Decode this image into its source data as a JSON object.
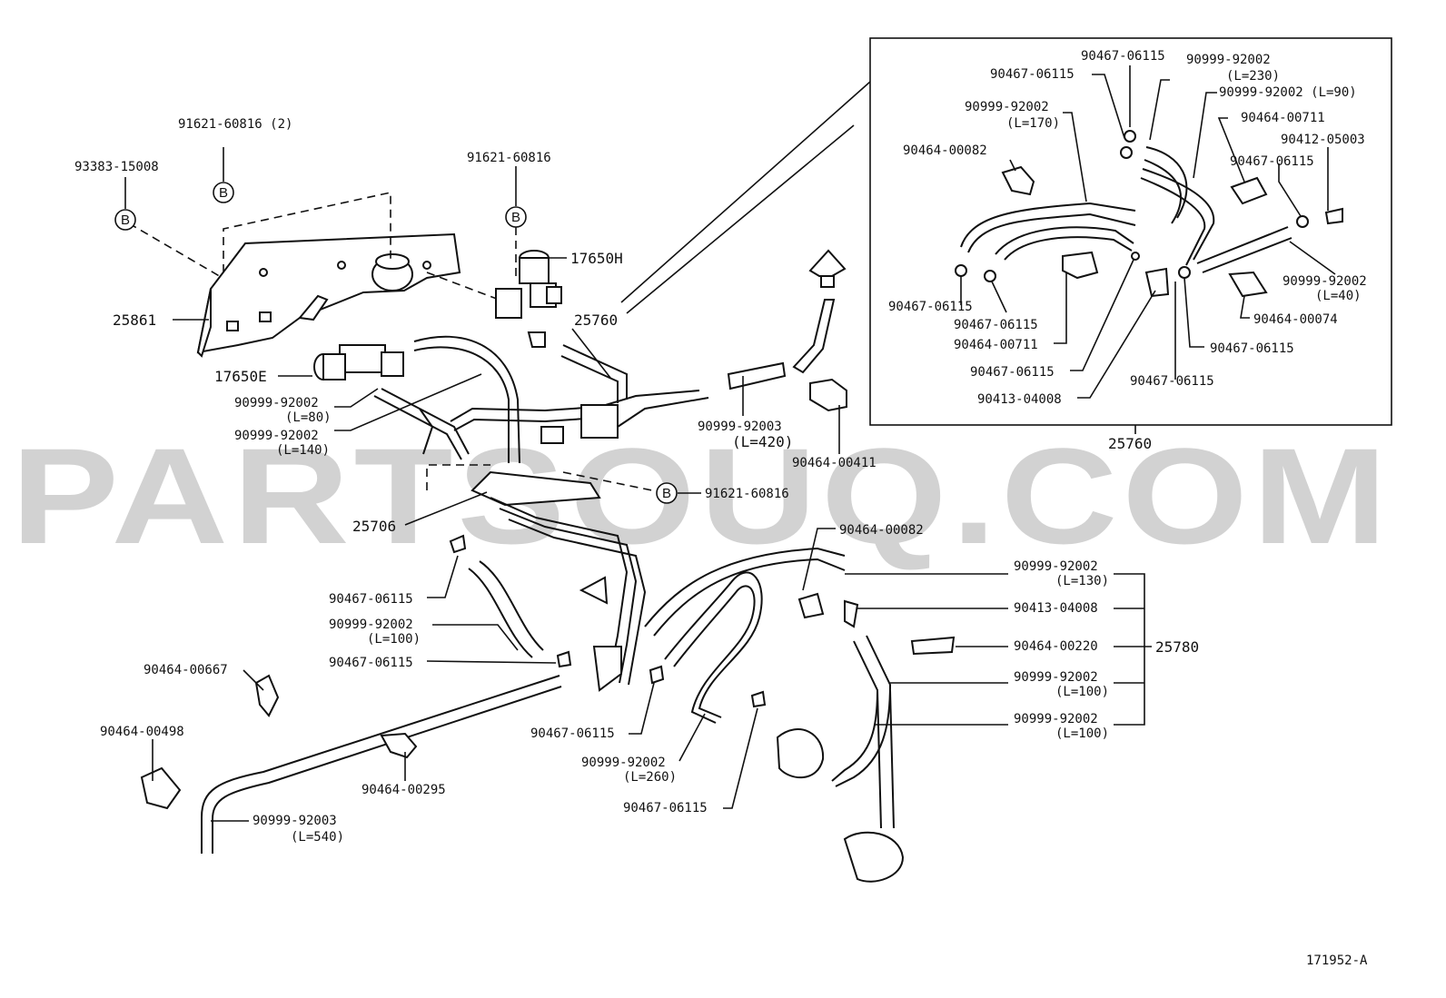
{
  "watermark": "PARTSOUQ.COM",
  "diagram_id": "171952-A",
  "bolt_symbol": "B",
  "labels": {
    "l_93383_15008": "93383-15008",
    "l_91621_60816_2": "91621-60816 (2)",
    "l_91621_60816_a": "91621-60816",
    "l_17650H": "17650H",
    "l_25861": "25861",
    "l_25760_main": "25760",
    "l_17650E": "17650E",
    "l_90999_92002_L80": "90999-92002",
    "l_L80": "(L=80)",
    "l_90999_92002_L140": "90999-92002",
    "l_L140": "(L=140)",
    "l_90999_92003_L420": "90999-92003",
    "l_L420": "(L=420)",
    "l_90464_00411": "90464-00411",
    "l_91621_60816_b": "91621-60816",
    "l_25706": "25706",
    "l_90464_00082_main": "90464-00082",
    "l_90467_06115_a": "90467-06115",
    "l_90999_92002_L100a": "90999-92002",
    "l_L100a": "(L=100)",
    "l_90467_06115_b": "90467-06115",
    "l_90464_00667": "90464-00667",
    "l_90464_00498": "90464-00498",
    "l_90464_00295": "90464-00295",
    "l_90999_92003_L540": "90999-92003",
    "l_L540": "(L=540)",
    "l_90467_06115_c": "90467-06115",
    "l_90999_92002_L260": "90999-92002",
    "l_L260": "(L=260)",
    "l_90467_06115_d": "90467-06115",
    "l_90999_92002_L130": "90999-92002",
    "l_L130": "(L=130)",
    "l_90413_04008_main": "90413-04008",
    "l_90464_00220": "90464-00220",
    "l_25780": "25780",
    "l_90999_92002_L100b": "90999-92002",
    "l_L100b": "(L=100)",
    "l_90999_92002_L100c": "90999-92002",
    "l_L100c": "(L=100)",
    "l_25760_inset": "25760",
    "i_90467_06115_1": "90467-06115",
    "i_90999_92002_L230": "90999-92002",
    "i_L230": "(L=230)",
    "i_90467_06115_2": "90467-06115",
    "i_90999_92002_L90": "90999-92002 (L=90)",
    "i_90999_92002_L170": "90999-92002",
    "i_L170": "(L=170)",
    "i_90464_00711_a": "90464-00711",
    "i_90412_05003": "90412-05003",
    "i_90464_00082": "90464-00082",
    "i_90467_06115_3": "90467-06115",
    "i_90999_92002_L40": "90999-92002",
    "i_L40": "(L=40)",
    "i_90467_06115_4": "90467-06115",
    "i_90467_06115_5": "90467-06115",
    "i_90464_00711_b": "90464-00711",
    "i_90464_00074": "90464-00074",
    "i_90467_06115_6": "90467-06115",
    "i_90467_06115_7": "90467-06115",
    "i_90467_06115_8": "90467-06115",
    "i_90413_04008": "90413-04008"
  }
}
